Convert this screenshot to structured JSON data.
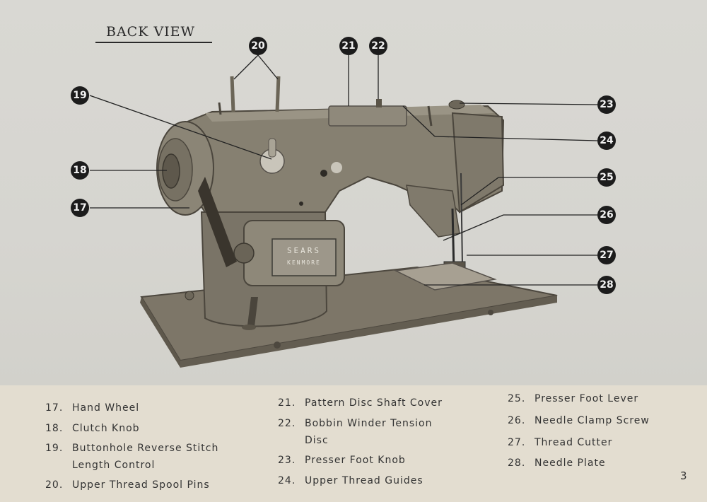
{
  "page": {
    "title": "BACK VIEW",
    "page_number": "3"
  },
  "brand_plate": {
    "line1": "SEARS",
    "line2": "KENMORE"
  },
  "callouts": [
    "17",
    "18",
    "19",
    "20",
    "21",
    "22",
    "23",
    "24",
    "25",
    "26",
    "27",
    "28"
  ],
  "legend": {
    "col1": [
      {
        "num": "17.",
        "label": "Hand Wheel"
      },
      {
        "num": "18.",
        "label": "Clutch Knob"
      },
      {
        "num": "19.",
        "label": "Buttonhole Reverse Stitch",
        "label2": "Length Control"
      },
      {
        "num": "20.",
        "label": "Upper Thread Spool Pins"
      }
    ],
    "col2": [
      {
        "num": "21.",
        "label": "Pattern Disc Shaft Cover"
      },
      {
        "num": "22.",
        "label": "Bobbin Winder Tension",
        "label2": "Disc"
      },
      {
        "num": "23.",
        "label": "Presser Foot Knob"
      },
      {
        "num": "24.",
        "label": "Upper Thread Guides"
      }
    ],
    "col3": [
      {
        "num": "25.",
        "label": "Presser Foot Lever"
      },
      {
        "num": "26.",
        "label": "Needle Clamp Screw"
      },
      {
        "num": "27.",
        "label": "Thread Cutter"
      },
      {
        "num": "28.",
        "label": "Needle Plate"
      }
    ]
  }
}
